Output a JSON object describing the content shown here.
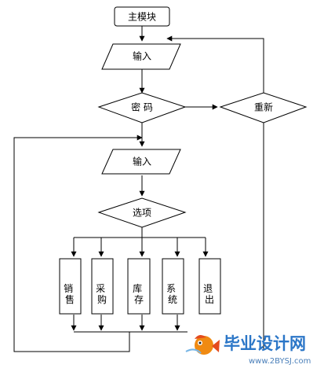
{
  "flowchart": {
    "start": "主模块",
    "input_1": "输入",
    "password": "密 码",
    "retry": "重新",
    "input_2": "输入",
    "options": "选项",
    "modules": [
      {
        "id": "sales",
        "label": "销售"
      },
      {
        "id": "purchase",
        "label": "采购"
      },
      {
        "id": "inventory",
        "label": "库存"
      },
      {
        "id": "system",
        "label": "系统"
      },
      {
        "id": "exit",
        "label": "退出"
      }
    ]
  },
  "watermark": {
    "text": "毕业设计网",
    "url": "www.2BYSJ.com",
    "colors": {
      "text": "#2b76c7",
      "fish_body": "#f08a12",
      "fish_accent": "#e44b1d"
    }
  }
}
